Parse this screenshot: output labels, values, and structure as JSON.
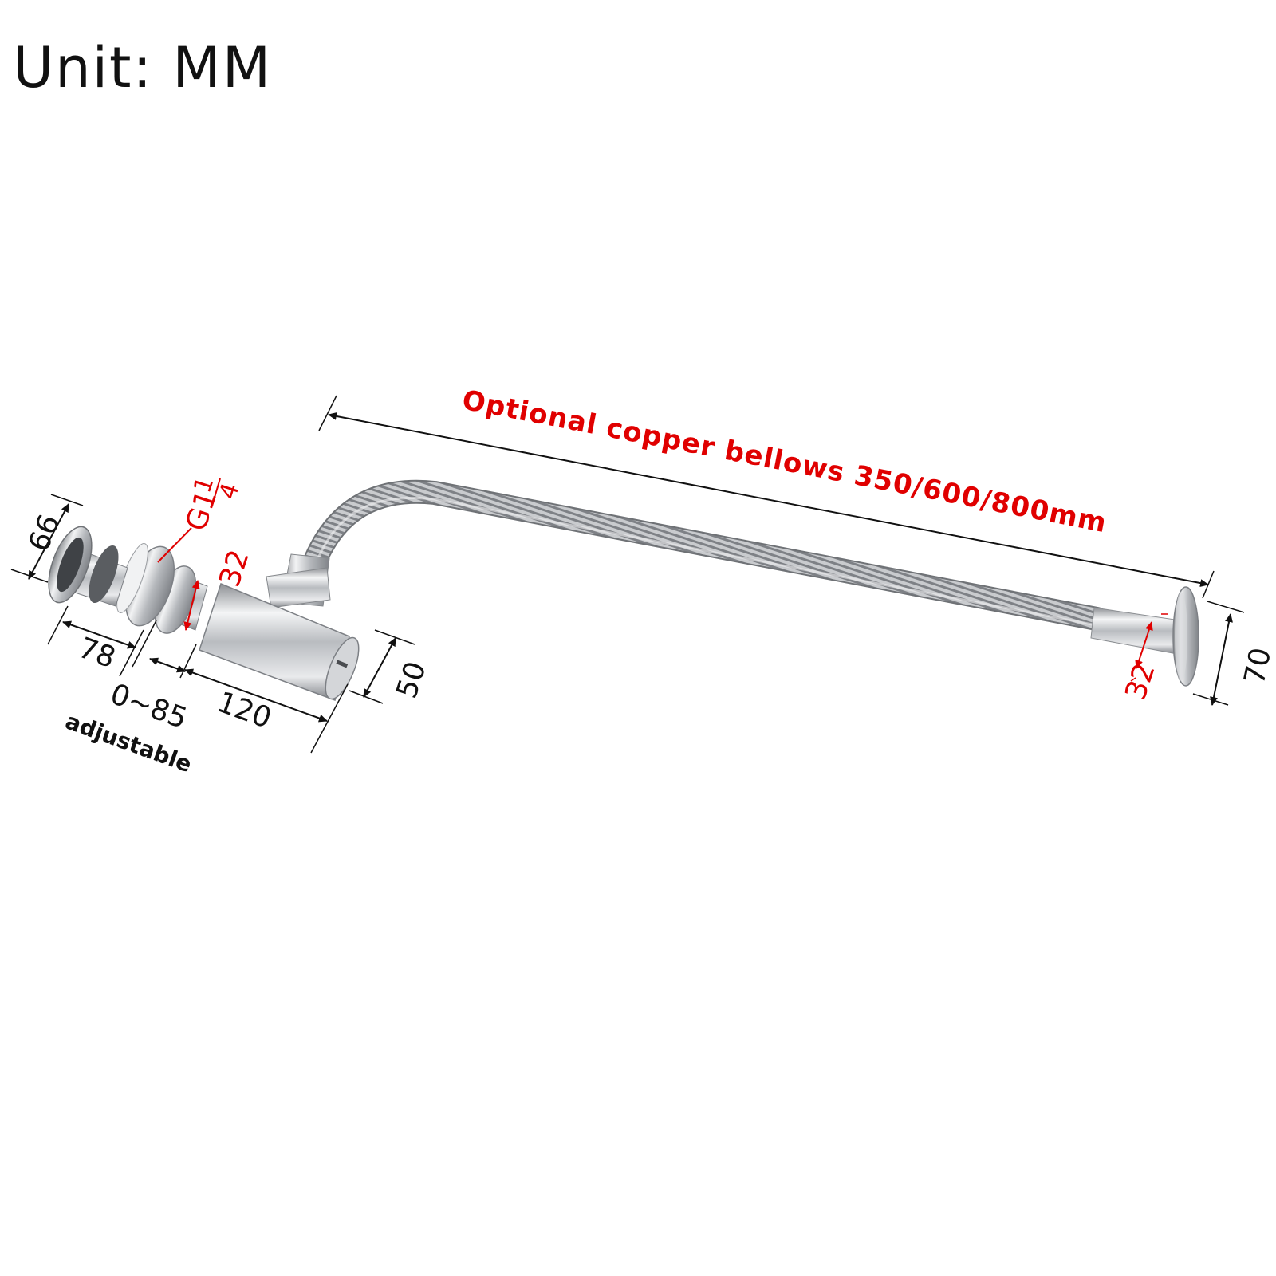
{
  "title": "Unit: MM",
  "dimensions": {
    "inlet_diameter": "66",
    "inlet_length": "78",
    "adjust_range": "0~85",
    "adjust_note": "adjustable",
    "body_length": "120",
    "body_diameter": "50",
    "thread_prefix": "G1",
    "thread_numerator": "1",
    "thread_denominator": "4",
    "pipe_diameter_left": "32",
    "pipe_diameter_right": "32",
    "flange_diameter": "70",
    "bellows_label": "Optional copper bellows 350/600/800mm"
  },
  "colors": {
    "dimension_black": "#111111",
    "dimension_red": "#e00000",
    "chrome": "#c8cacd"
  }
}
